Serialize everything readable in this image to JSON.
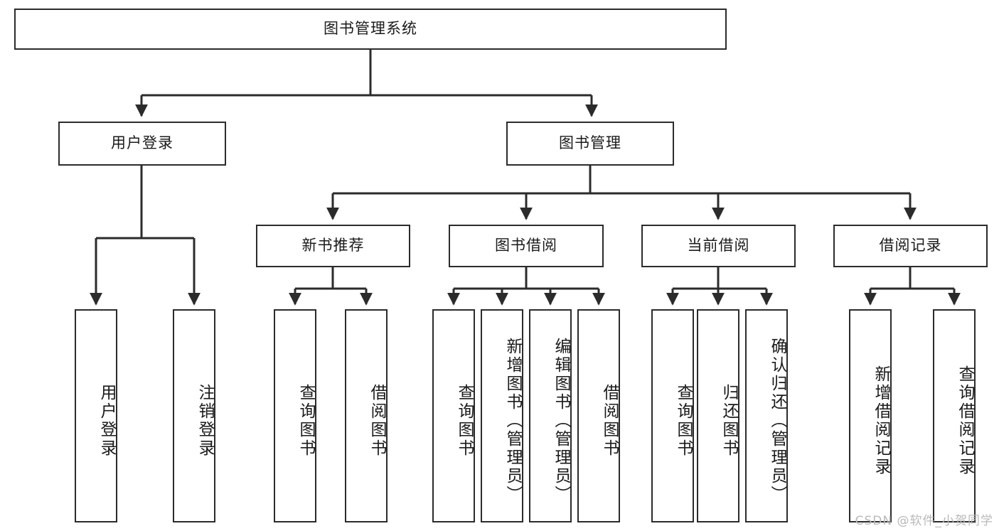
{
  "diagram": {
    "type": "tree",
    "title": "图书管理系统",
    "orientation": "top-down",
    "theme": {
      "background": "#ffffff",
      "node_fill": "#ffffff",
      "node_stroke": "#2b2b2b",
      "edge_stroke": "#2b2b2b",
      "text_color": "#1a1a1a",
      "watermark_color": "#b9b9b9"
    }
  },
  "root": {
    "label": "图书管理系统"
  },
  "level2": [
    {
      "label": "用户登录"
    },
    {
      "label": "图书管理"
    }
  ],
  "level3": [
    {
      "label": "新书推荐"
    },
    {
      "label": "图书借阅"
    },
    {
      "label": "当前借阅"
    },
    {
      "label": "借阅记录"
    }
  ],
  "leaves": {
    "user_login": [
      {
        "label": "用户登录"
      },
      {
        "label": "注销登录"
      }
    ],
    "new_book": [
      {
        "label": "查询图书"
      },
      {
        "label": "借阅图书"
      }
    ],
    "book_borrow": [
      {
        "label": "查询图书"
      },
      {
        "label": "新增图书（管理员）"
      },
      {
        "label": "编辑图书（管理员）"
      },
      {
        "label": "借阅图书"
      }
    ],
    "current_borrow": [
      {
        "label": "查询图书"
      },
      {
        "label": "归还图书"
      },
      {
        "label": "确认归还（管理员）"
      }
    ],
    "borrow_record": [
      {
        "label": "新增借阅记录"
      },
      {
        "label": "查询借阅记录"
      }
    ]
  },
  "watermark": {
    "text": "CSDN @软件_小贺同学"
  }
}
